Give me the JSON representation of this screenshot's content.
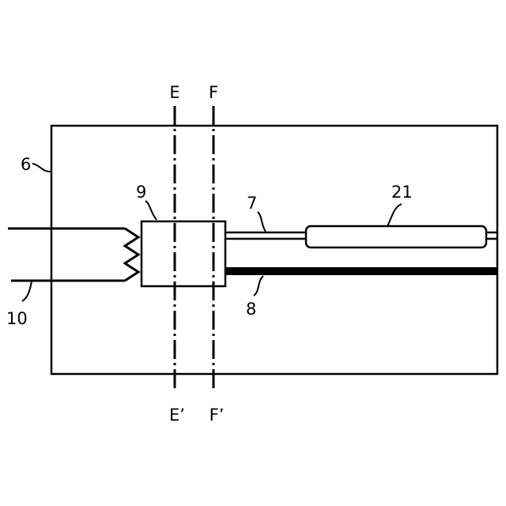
{
  "labels": {
    "section_e_top": "E",
    "section_f_top": "F",
    "section_e_bottom": "E’",
    "section_f_bottom": "F’",
    "ref_6": "6",
    "ref_7": "7",
    "ref_8": "8",
    "ref_9": "9",
    "ref_10": "10",
    "ref_21": "21"
  }
}
